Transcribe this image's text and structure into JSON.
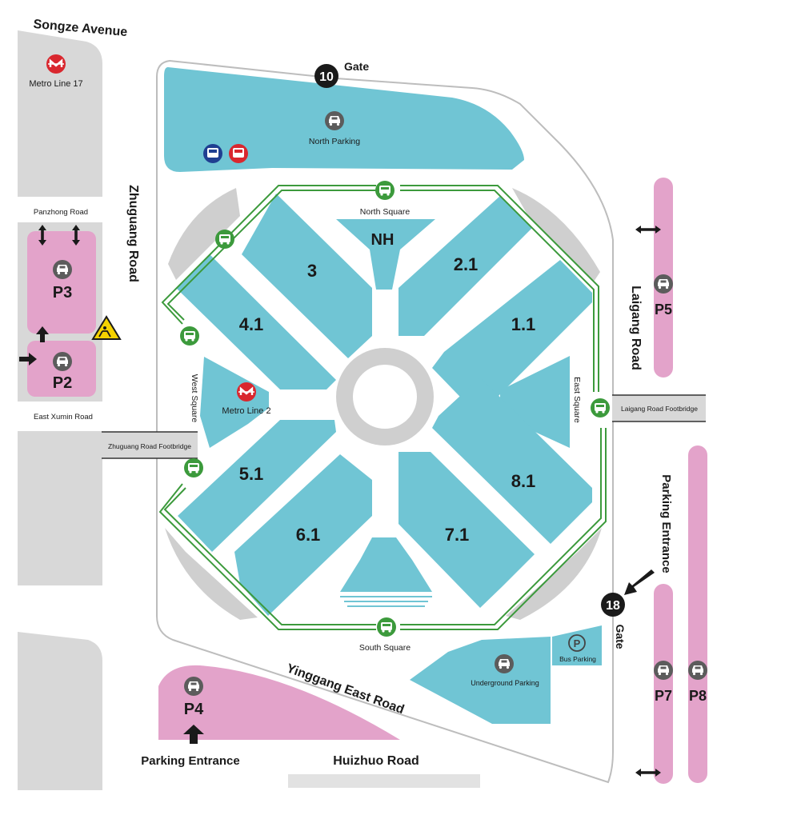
{
  "roads": {
    "songze": "Songze Avenue",
    "zhuguang": "Zhuguang Road",
    "panzhong": "Panzhong Road",
    "east_xumin": "East Xumin Road",
    "laigang": "Laigang Road",
    "yinggang": "Yinggang East Road",
    "huizhuo": "Huizhuo Road"
  },
  "footbridges": {
    "zhuguang": "Zhuguang Road Footbridge",
    "laigang": "Laigang Road Footbridge"
  },
  "gates": [
    {
      "number": "10",
      "label": "Gate"
    },
    {
      "number": "18",
      "label": "Gate"
    }
  ],
  "metro": {
    "line17": "Metro Line 17",
    "line2": "Metro Line 2"
  },
  "squares": {
    "north": "North Square",
    "south": "South Square",
    "west": "West Square",
    "east": "East Square"
  },
  "halls": {
    "nh": "NH",
    "h3": "3",
    "h2_1": "2.1",
    "h1_1": "1.1",
    "h4_1": "4.1",
    "h5_1": "5.1",
    "h6_1": "6.1",
    "h7_1": "7.1",
    "h8_1": "8.1"
  },
  "parking": {
    "north": "North Parking",
    "underground": "Underground Parking",
    "bus": "Bus Parking",
    "p2": "P2",
    "p3": "P3",
    "p4": "P4",
    "p5": "P5",
    "p7": "P7",
    "p8": "P8",
    "entrance_east": "Parking Entrance",
    "entrance_south": "Parking Entrance"
  },
  "colors": {
    "hall": "#70c5d4",
    "lot": "#e3a3ca",
    "block": "#d8d8d8",
    "route": "#3c9a3c",
    "metro": "#d9272e",
    "bus_blue": "#1f3f91"
  }
}
